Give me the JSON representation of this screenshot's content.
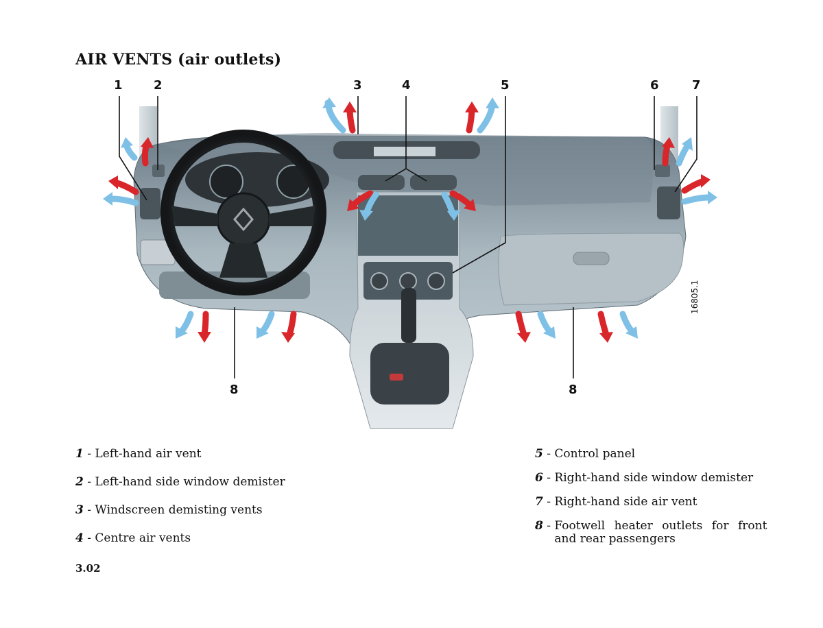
{
  "title": "AIR VENTS (air outlets)",
  "callouts": {
    "c1": "1",
    "c2": "2",
    "c3": "3",
    "c4": "4",
    "c5": "5",
    "c6": "6",
    "c7": "7",
    "c8a": "8",
    "c8b": "8"
  },
  "image_ref": "16805.1",
  "legend": [
    {
      "num": "1",
      "text": "Left-hand air vent"
    },
    {
      "num": "2",
      "text": "Left-hand side window demister"
    },
    {
      "num": "3",
      "text": "Windscreen demisting vents"
    },
    {
      "num": "4",
      "text": "Centre air vents"
    },
    {
      "num": "5",
      "text": "Control panel"
    },
    {
      "num": "6",
      "text": "Right-hand side window demister"
    },
    {
      "num": "7",
      "text": "Right-hand side air vent"
    },
    {
      "num": "8",
      "text": "Footwell heater outlets for front and rear passengers"
    }
  ],
  "page_number": "3.02",
  "colors": {
    "hot_arrow": "#d8262b",
    "cold_arrow": "#7fc0e6",
    "dashboard": "#9aa9b2"
  }
}
